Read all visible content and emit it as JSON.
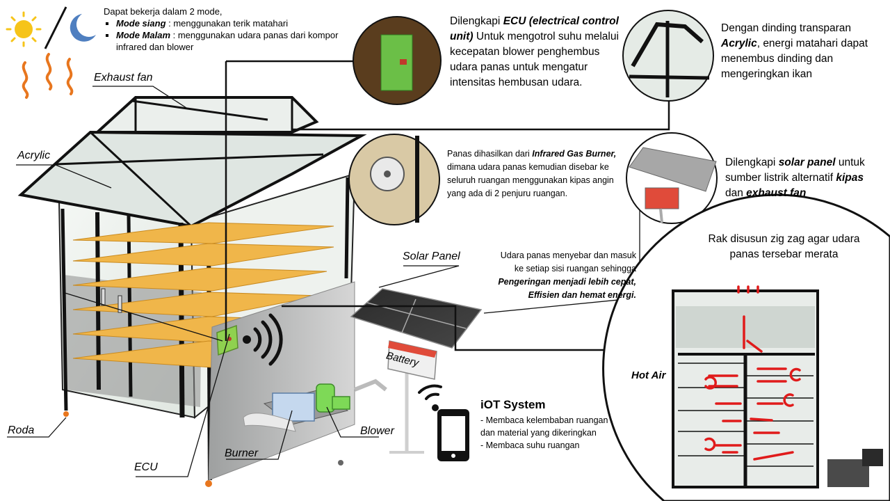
{
  "modes": {
    "intro": "Dapat bekerja dalam 2 mode,",
    "day_name": "Mode siang",
    "day_desc": " : menggunakan terik matahari",
    "night_name": "Mode Malam",
    "night_desc": " : menggunakan udara panas dari kompor  infrared dan blower"
  },
  "labels": {
    "exhaust_fan": "Exhaust fan",
    "acrylic": "Acrylic",
    "roda": "Roda",
    "ecu": "ECU",
    "burner": "Burner",
    "blower": "Blower",
    "solar_panel": "Solar Panel",
    "battery": "Battery",
    "hot_air": "Hot Air"
  },
  "callouts": {
    "ecu_pre": "Dilengkapi ",
    "ecu_em": "ECU (electrical control unit)",
    "ecu_post": " Untuk mengotrol suhu melalui kecepatan blower penghembus udara panas untuk mengatur intensitas hembusan udara.",
    "acrylic_pre": "Dengan dinding transparan ",
    "acrylic_em": "Acrylic",
    "acrylic_post": ", energi matahari dapat menembus dinding dan mengeringkan ikan",
    "burner_pre": "Panas dihasilkan dari ",
    "burner_em": "Infrared Gas Burner,",
    "burner_post": " dimana udara panas kemudian  disebar ke seluruh ruangan menggunakan kipas angin yang ada di 2 penjuru  ruangan.",
    "solar_pre": "Dilengkapi ",
    "solar_em": "solar panel",
    "solar_mid": " untuk sumber listrik alternatif ",
    "solar_em2": "kipas",
    "solar_mid2": " dan ",
    "solar_em3": "exhaust fan",
    "spread_line1": "Udara panas menyebar dan masuk",
    "spread_line2": "ke setiap sisi ruangan sehingga",
    "spread_em1": "Pengeringan menjadi lebih cepat,",
    "spread_em2": "Effisien dan hemat energi.",
    "rack": "Rak disusun zig zag agar udara panas tersebar merata"
  },
  "iot": {
    "title": "iOT System",
    "item1": "- Membaca kelembaban ruangan dan material yang dikeringkan",
    "item2": "- Membaca  suhu ruangan"
  },
  "icons": [
    "sun-icon",
    "moon-icon",
    "heat-waves-icon",
    "wireless-signal-icon",
    "smartphone-icon"
  ],
  "colors": {
    "sun": "#f6c419",
    "moon": "#4f7fc0",
    "heat": "#e8761e",
    "arrow": "#e01b1b",
    "frame": "#111111",
    "shelf": "#f0b64a",
    "panel": "#c8c8c8"
  }
}
